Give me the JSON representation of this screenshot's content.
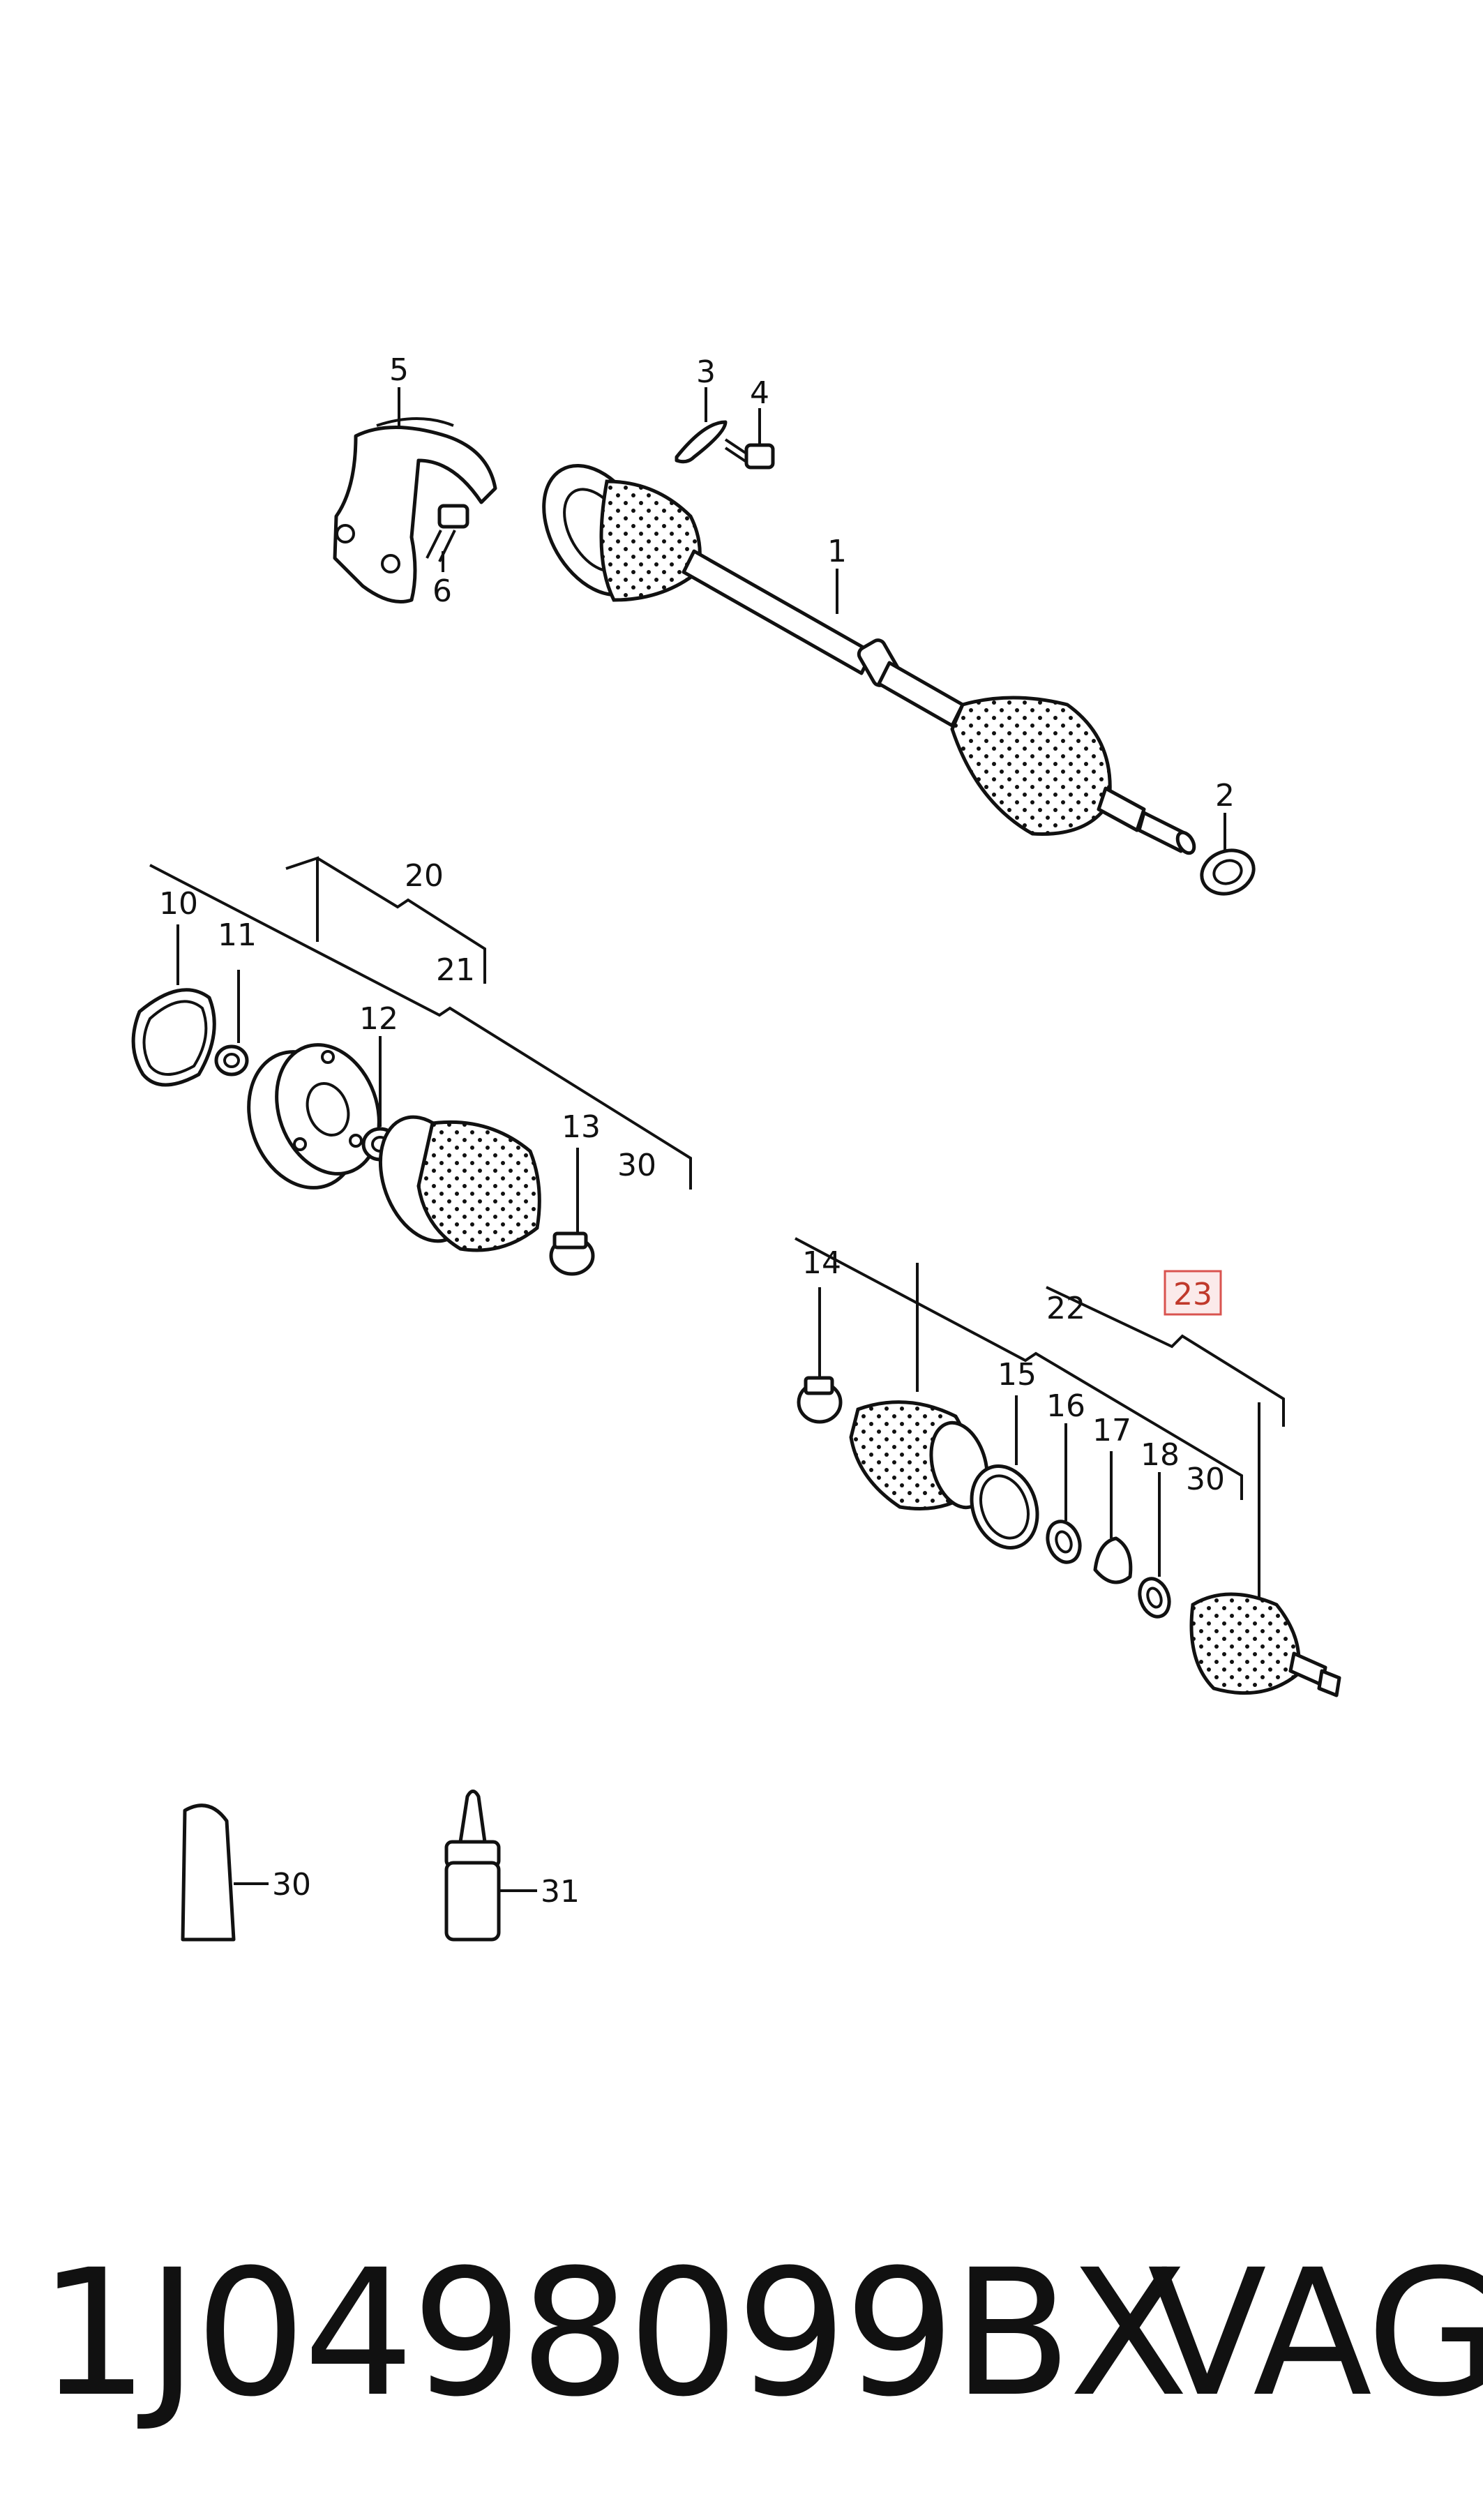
{
  "diagram": {
    "labels": {
      "p1": "1",
      "p2": "2",
      "p3": "3",
      "p4": "4",
      "p5": "5",
      "p6": "6",
      "p10": "10",
      "p11": "11",
      "p12": "12",
      "p13": "13",
      "p14": "14",
      "p15": "15",
      "p16": "16",
      "p17": "17",
      "p18": "18",
      "p20": "20",
      "p21": "21",
      "p22": "22",
      "p23": "23",
      "p30a": "30",
      "p30b": "30",
      "p30c": "30",
      "p31": "31"
    },
    "highlight_color": "#d9534f"
  },
  "footer": {
    "part_number": "1J0498099BX",
    "brand": "VAG"
  }
}
